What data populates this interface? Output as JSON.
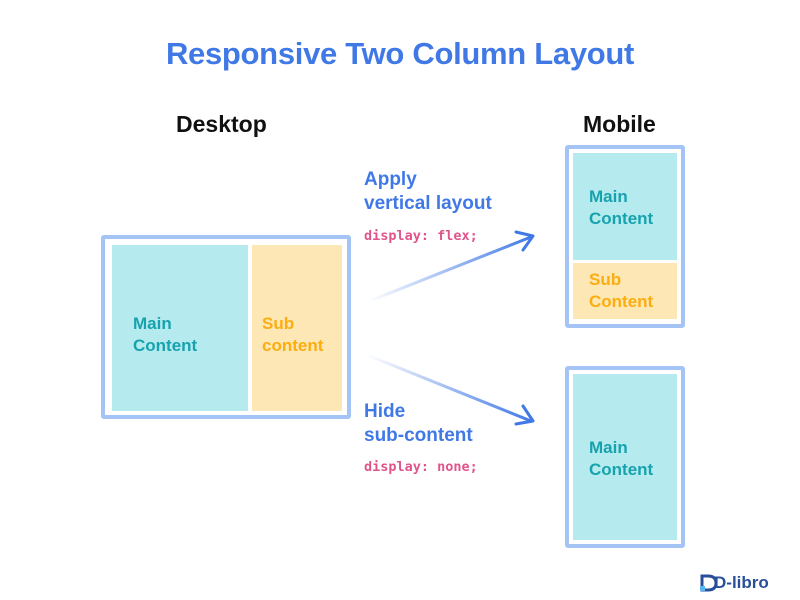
{
  "title": "Responsive Two Column Layout",
  "desktop": {
    "label": "Desktop",
    "main_text": "Main\nContent",
    "sub_text": "Sub\ncontent"
  },
  "mobile": {
    "label": "Mobile",
    "top": {
      "main_text": "Main\nContent",
      "sub_text": "Sub\nContent"
    },
    "bottom": {
      "main_text": "Main\nContent"
    }
  },
  "transitions": [
    {
      "title_line1": "Apply",
      "title_line2": "vertical layout",
      "code": "display: flex;"
    },
    {
      "title_line1": "Hide",
      "title_line2": "sub-content",
      "code": "display: none;"
    }
  ],
  "brand": {
    "logo_text": "D-libro"
  },
  "colors": {
    "title": "#4079e6",
    "frame": "#a4c4f6",
    "main_fill": "#b5ebee",
    "sub_fill": "#fde7b5",
    "main_text": "#17a2ae",
    "sub_text": "#fbad11",
    "code_text": "#e1548a"
  }
}
